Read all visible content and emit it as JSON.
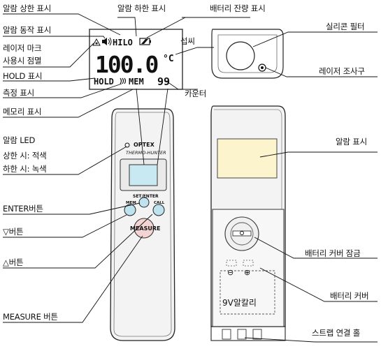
{
  "labels_left": {
    "alarm_upper": "알람 상한 표시",
    "alarm_action": "알람 동작 표시",
    "laser_mark_1": "레이저 마크",
    "laser_mark_2": "사용시 점멸",
    "hold": "HOLD 표시",
    "measure": "측정 표시",
    "memory": "메모리 표시",
    "alarm_led": "알람 LED",
    "alarm_led_upper": "상한 시: 적색",
    "alarm_led_lower": "하한 시: 녹색",
    "enter_button": "ENTER버튼",
    "down_button": "▽버튼",
    "up_button": "△버튼",
    "measure_button": "MEASURE 버튼"
  },
  "labels_top": {
    "alarm_lower": "알람 하한 표시",
    "battery_remaining": "배터리 잔량 표시"
  },
  "labels_right": {
    "celsius": "섭씨",
    "counter": "카운터",
    "silicone_filter": "실리콘 필터",
    "laser_emitter": "레이저 조사구",
    "alarm_display": "알람 표시",
    "battery_cover_lock": "배터리 커버 잠금",
    "battery_cover": "배터리 커버",
    "strap_hole": "스트랩 연결 홀"
  },
  "lcd": {
    "hilo": "HILO",
    "reading": "100.0",
    "unit": "°C",
    "hold": "HOLD",
    "mem": "MEM",
    "counter": "99"
  },
  "device": {
    "brand": "OPTEX",
    "model": "THERMO-HUNTER",
    "set_enter": "SET/ENTER",
    "mem_btn": "MEM",
    "call_btn": "CALL",
    "measure_btn": "MEASURE",
    "battery_label": "9V알칼리",
    "minus": "⊖",
    "plus": "⊕"
  }
}
